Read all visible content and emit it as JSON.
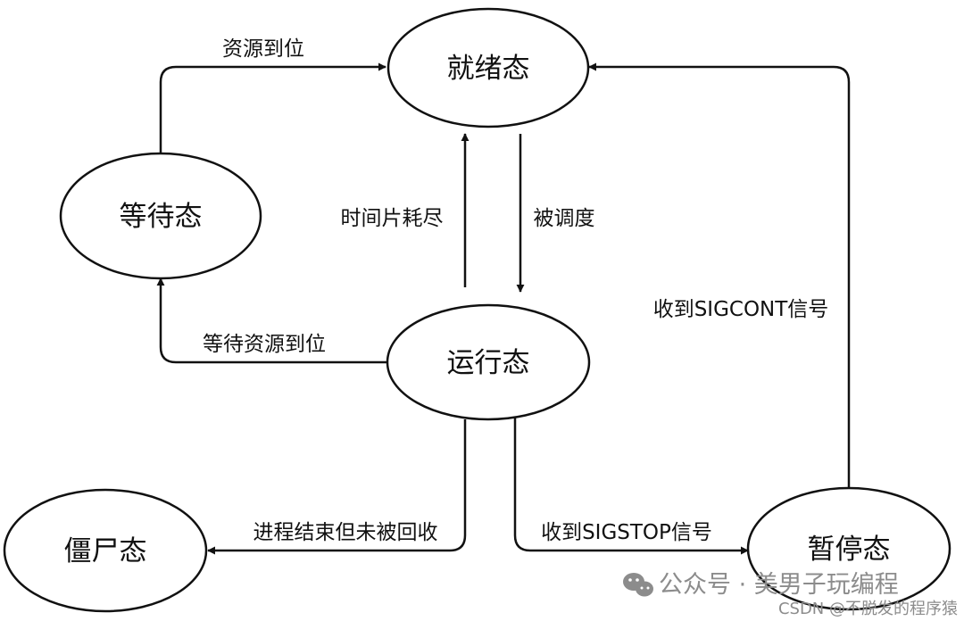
{
  "nodes": {
    "ready": "就绪态",
    "waiting": "等待态",
    "running": "运行态",
    "zombie": "僵尸态",
    "paused": "暂停态"
  },
  "edges": {
    "resource_ready": "资源到位",
    "timeslice_used": "时间片耗尽",
    "scheduled": "被调度",
    "wait_resource": "等待资源到位",
    "sigcont": "收到SIGCONT信号",
    "process_end": "进程结束但未被回收",
    "sigstop": "收到SIGSTOP信号"
  },
  "watermark": {
    "account": "公众号 · 美男子玩编程",
    "csdn": "CSDN @不脱发的程序猿"
  },
  "colors": {
    "stroke": "#111111",
    "watermark": "#8c8c8c"
  }
}
